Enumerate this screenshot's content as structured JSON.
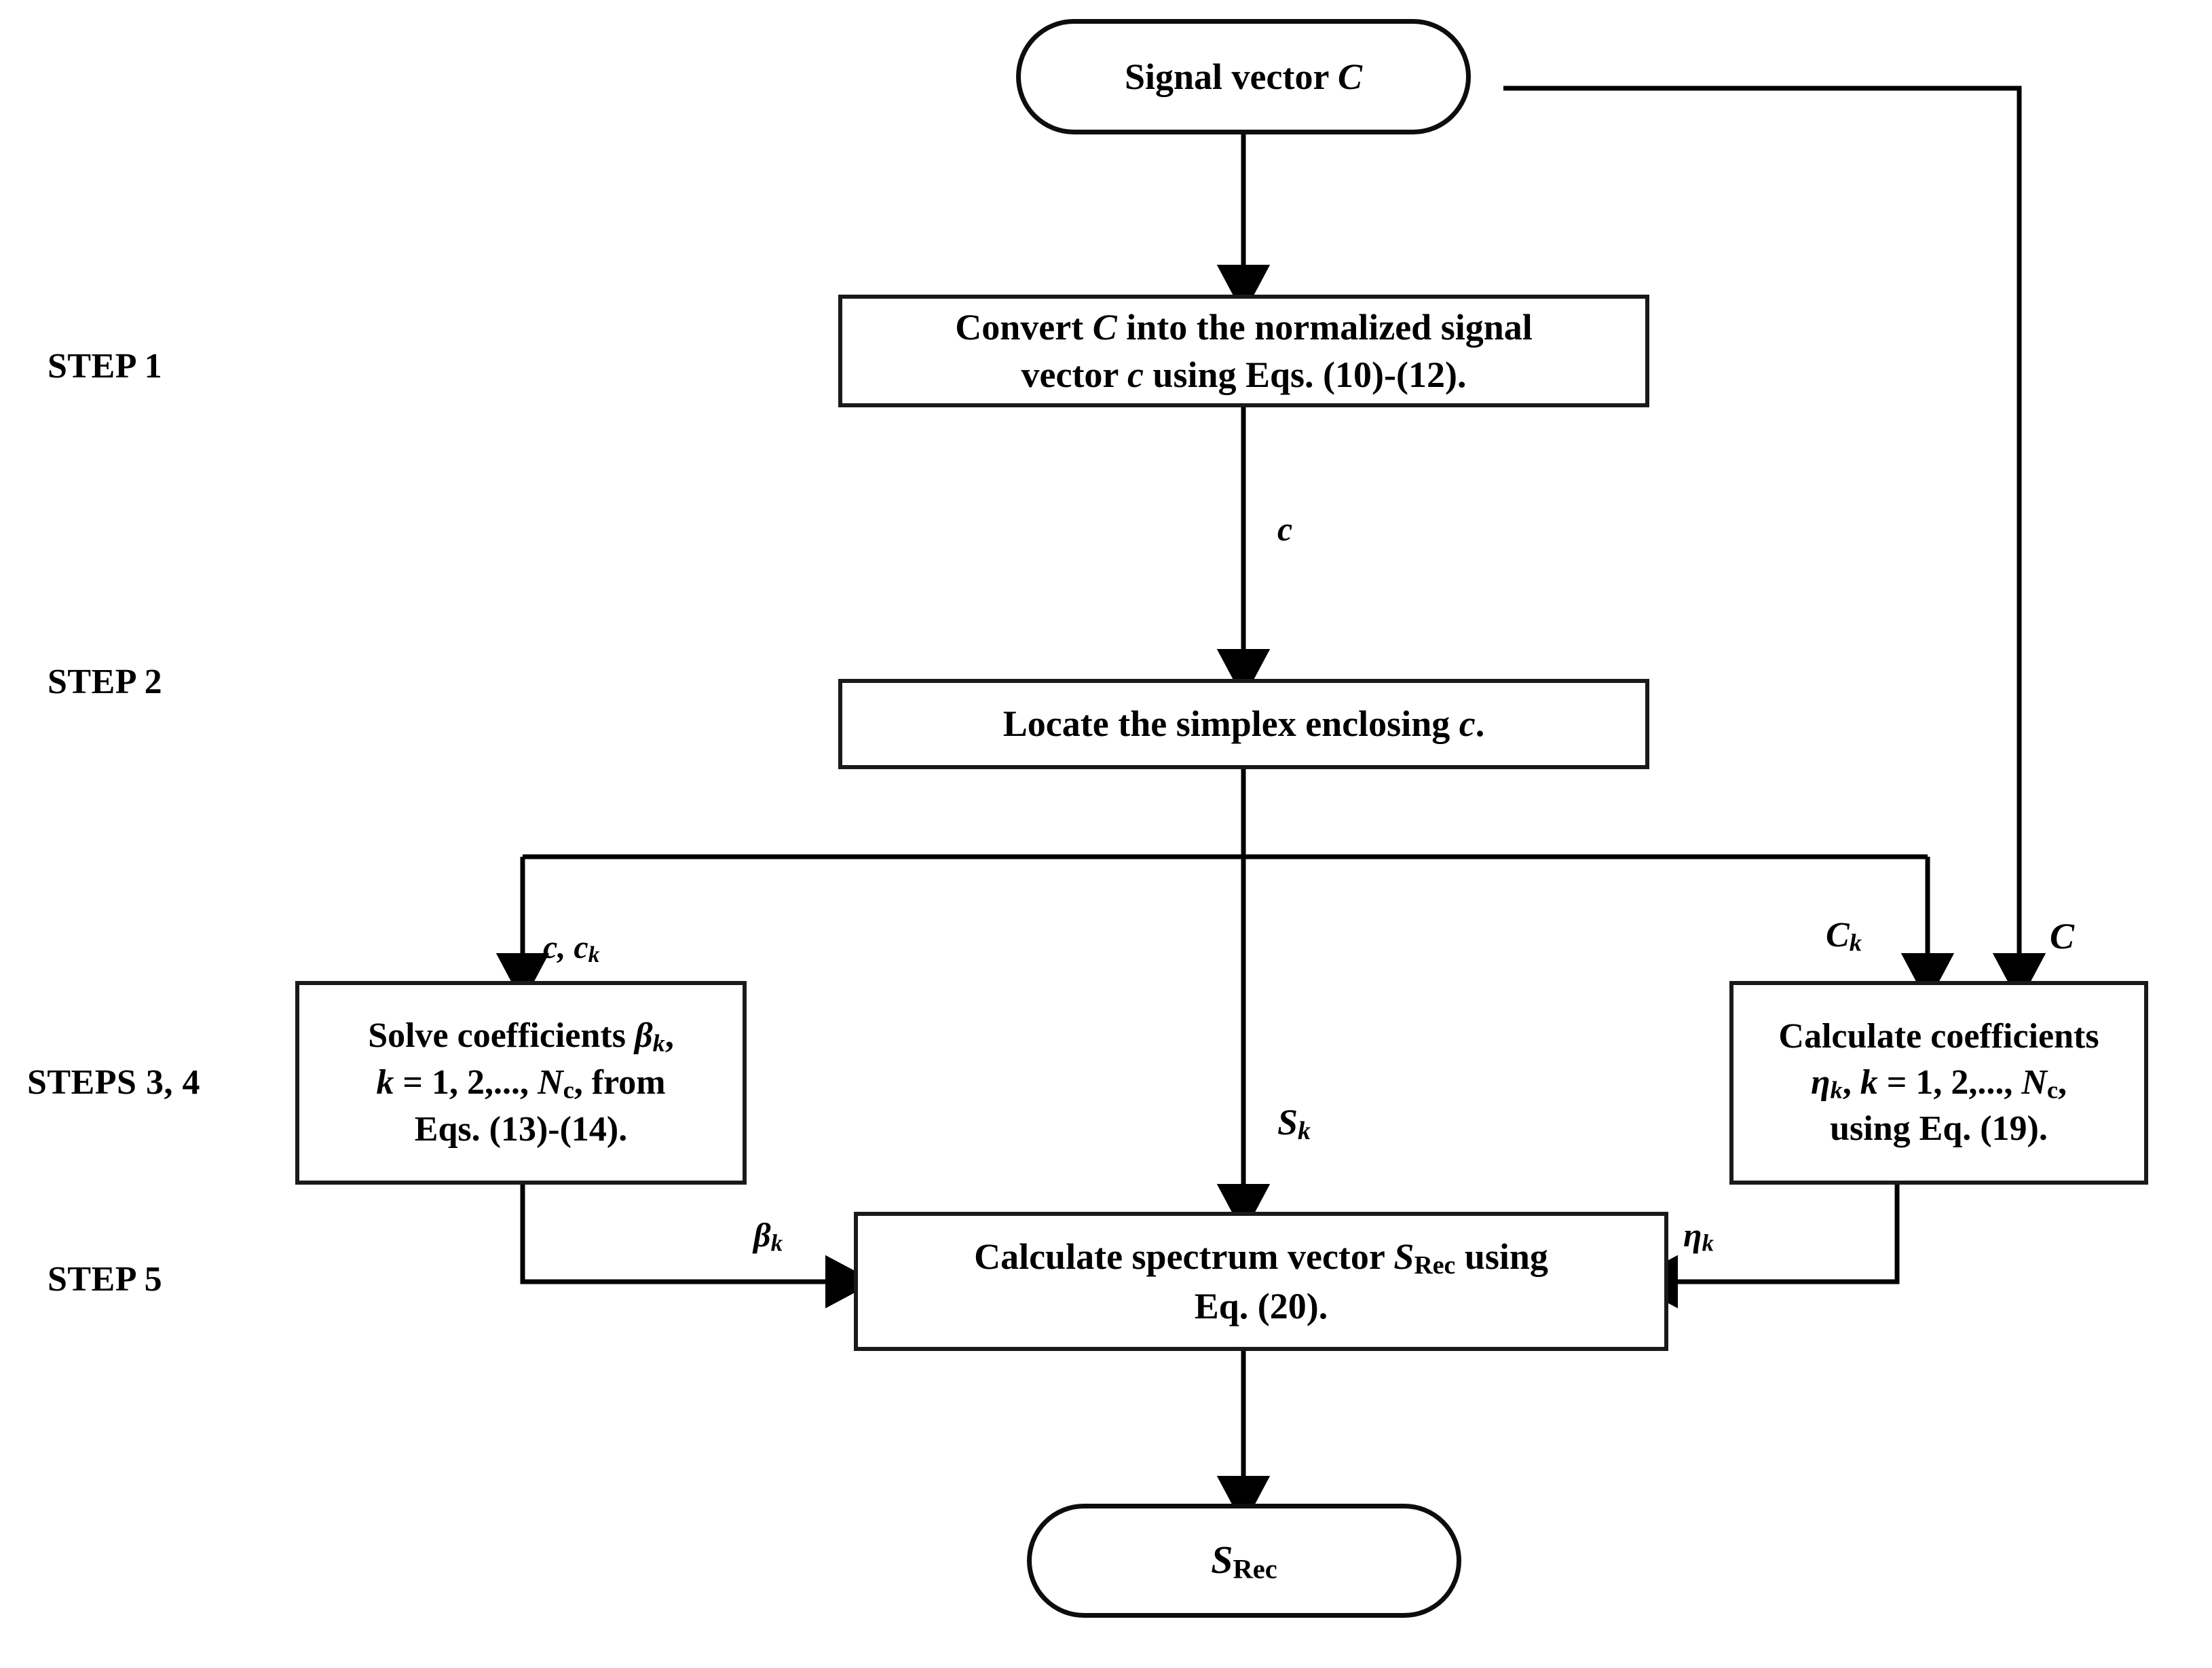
{
  "diagram": {
    "title_present": false,
    "type": "flowchart",
    "ink_color": "#000000",
    "background": "#ffffff",
    "step_labels": [
      {
        "id": "step1",
        "text": "STEP 1"
      },
      {
        "id": "step2",
        "text": "STEP 2"
      },
      {
        "id": "steps34",
        "text": "STEPS 3, 4"
      },
      {
        "id": "step5",
        "text": "STEP 5"
      }
    ],
    "nodes": [
      {
        "id": "start",
        "shape": "terminator",
        "lines": [
          "Signal vector C"
        ]
      },
      {
        "id": "step1-box",
        "shape": "process",
        "lines": [
          "Convert C into the normalized signal",
          "vector c using Eqs. (10)-(12)."
        ]
      },
      {
        "id": "step2-box",
        "shape": "process",
        "lines": [
          "Locate the simplex enclosing c."
        ]
      },
      {
        "id": "beta-box",
        "shape": "process",
        "lines": [
          "Solve coefficients βk,",
          "k = 1, 2,..., Nc, from",
          "Eqs. (13)-(14)."
        ]
      },
      {
        "id": "eta-box",
        "shape": "process",
        "lines": [
          "Calculate coefficients",
          "ηk, k = 1, 2,..., Nc,",
          "using Eq. (19)."
        ]
      },
      {
        "id": "step5-box",
        "shape": "process",
        "lines": [
          "Calculate spectrum vector SRec using",
          "Eq. (20)."
        ]
      },
      {
        "id": "end",
        "shape": "terminator",
        "lines": [
          "SRec"
        ]
      }
    ],
    "edge_labels": [
      {
        "id": "edge-c",
        "text": "c"
      },
      {
        "id": "edge-c-ck",
        "text": "c, ck"
      },
      {
        "id": "edge-sk",
        "text": "Sk"
      },
      {
        "id": "edge-Ck",
        "text": "Ck"
      },
      {
        "id": "edge-C",
        "text": "C"
      },
      {
        "id": "edge-betak",
        "text": "βk"
      },
      {
        "id": "edge-etak",
        "text": "ηk"
      }
    ]
  }
}
